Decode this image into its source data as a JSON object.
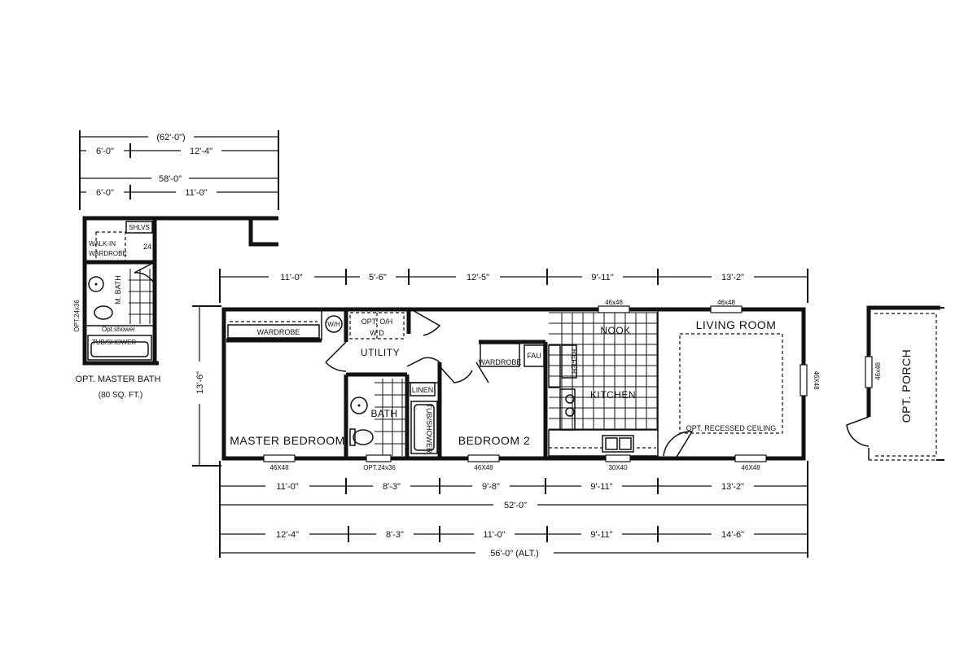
{
  "main": {
    "rooms": {
      "living_room": "LIVING ROOM",
      "master_bedroom": "MASTER BEDROOM",
      "bedroom2": "BEDROOM 2",
      "utility": "UTILITY",
      "bath": "BATH",
      "kitchen": "KITCHEN",
      "nook": "NOOK"
    },
    "fixtures": {
      "wardrobe_master": "WARDROBE",
      "wardrobe_bed2": "WARDROBE",
      "wh": "W/H",
      "opt_wd_1": "OPT. O/H",
      "opt_wd_2": "W      D",
      "linen": "LINEN",
      "tub_shower": "TUB/SHOWER",
      "fau": "FAU",
      "refer": "REFER",
      "recessed_ceiling": "OPT. RECESSED CEILING"
    },
    "windows": {
      "nook_top": "46x48",
      "living_top": "46x48",
      "living_right": "46X48",
      "master_bottom": "46X48",
      "bath_bottom": "OPT.24x36",
      "bed2_bottom": "46X48",
      "kitchen_bottom": "30X40",
      "living_bottom": "46X48"
    },
    "overall_height": "13'-6\"",
    "dims_top": [
      "11'-0\"",
      "5'-6\"",
      "12'-5\"",
      "9'-11\"",
      "13'-2\""
    ],
    "dims_bottom_1": [
      "11'-0\"",
      "8'-3\"",
      "9'-8\"",
      "9'-11\"",
      "13'-2\""
    ],
    "dims_bottom_total": "52'-0\"",
    "dims_bottom_2": [
      "12'-4\"",
      "8'-3\"",
      "11'-0\"",
      "9'-11\"",
      "14'-6\""
    ],
    "dims_bottom_2_total": "56'-0\" (ALT.)"
  },
  "opt_master_bath": {
    "title": "OPT. MASTER BATH",
    "subtitle": "(80 SQ. FT.)",
    "dim_total_1": "(62'-0\")",
    "dims_row_1": [
      "6'-0\"",
      "12'-4\""
    ],
    "dim_total_2": "58'-0\"",
    "dims_row_2": [
      "6'-0\"",
      "11'-0\""
    ],
    "shelves": "SHLVS",
    "walk_in_1": "WALK-IN",
    "walk_in_2": "WARDROBE",
    "walk_in_depth": "24",
    "m_bath": "M. BATH",
    "opt_window": "OPT.24x36",
    "opt_shower": "Opt.shower",
    "tub_shower": "TUB/SHOWER"
  },
  "opt_porch": {
    "label": "OPT. PORCH",
    "window": "46x48"
  }
}
